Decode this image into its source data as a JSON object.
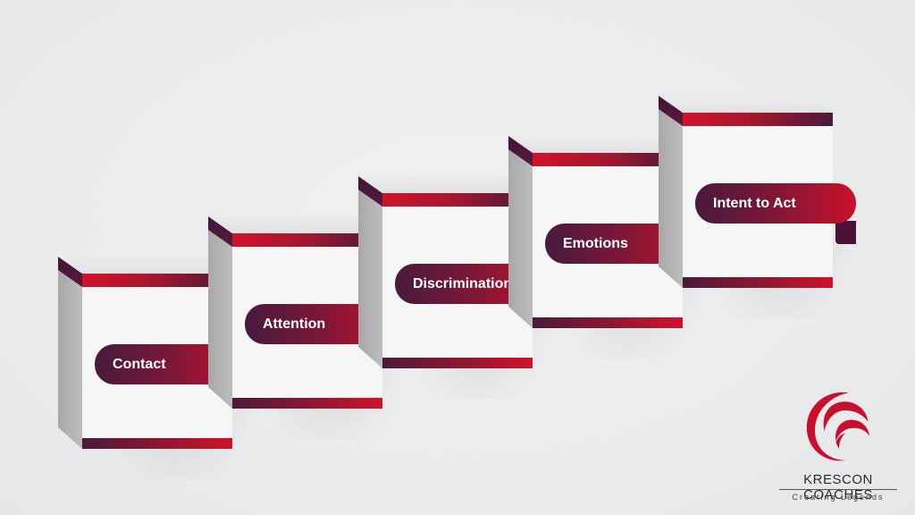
{
  "diagram": {
    "steps": [
      {
        "label": "Contact"
      },
      {
        "label": "Attention"
      },
      {
        "label": "Discrimination"
      },
      {
        "label": "Emotions"
      },
      {
        "label": "Intent to Act"
      }
    ]
  },
  "colors": {
    "accent_red": "#d1122b",
    "accent_plum": "#4a1a3b",
    "box_face": "#f6f6f6",
    "box_side": "#b3b3b3",
    "background": "#e9eaeb"
  },
  "logo": {
    "icon": "swoosh-logo-icon",
    "name": "KRESCON COACHES",
    "tagline": "Creating Legends"
  }
}
